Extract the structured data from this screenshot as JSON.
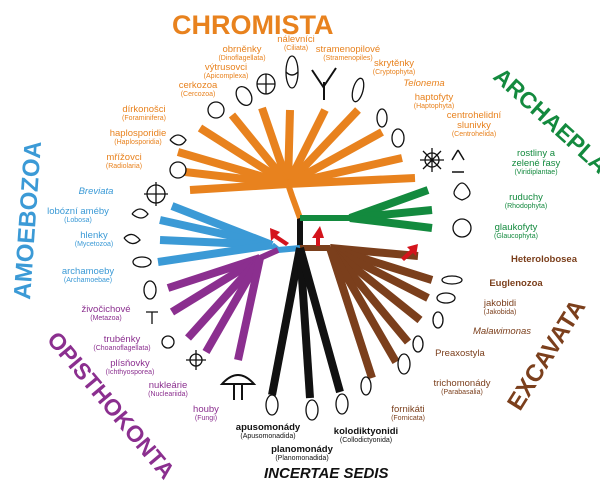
{
  "colors": {
    "chromista": "#e8821e",
    "archaeplastida": "#138a3e",
    "amoebozoa": "#3b9ad6",
    "opisthokonta": "#8b2f8f",
    "excavata": "#7b3f1c",
    "incertae": "#111111",
    "arrow": "#d4141c"
  },
  "supergroups": {
    "chromista": "CHROMISTA",
    "archaeplastida": "ARCHAEPLASTIDA",
    "amoebozoa": "AMOEBOZOA",
    "opisthokonta": "OPISTHOKONTA",
    "excavata": "EXCAVATA",
    "incertae": "INCERTAE SEDIS"
  },
  "taxa": {
    "nalevnici": {
      "name": "nálevníci",
      "sub": "(Ciliata)"
    },
    "obrnenky": {
      "name": "obrněnky",
      "sub": "(Dinoflagellata)"
    },
    "stramenopilove": {
      "name": "stramenopilové",
      "sub": "(Stramenopiles)"
    },
    "vytrusovci": {
      "name": "výtrusovci",
      "sub": "(Apicomplexa)"
    },
    "skrytenky": {
      "name": "skrytěnky",
      "sub": "(Cryptophyta)"
    },
    "telonema": {
      "name": "Telonema"
    },
    "cerkozoa": {
      "name": "cerkozoa",
      "sub": "(Cercozoa)"
    },
    "haptofyty": {
      "name": "haptofyty",
      "sub": "(Haptophyta)"
    },
    "dirkonosci": {
      "name": "dírkonošci",
      "sub": "(Foraminifera)"
    },
    "centrohelidni": {
      "name": "centrohelidní",
      "name2": "slunivky",
      "sub": "(Centrohelida)"
    },
    "haplosporidie": {
      "name": "haplosporidie",
      "sub": "(Haplosporidia)"
    },
    "mrizovci": {
      "name": "mřížovci",
      "sub": "(Radiolaria)"
    },
    "rostliny": {
      "name": "rostliny a",
      "name2": "zelené řasy",
      "sub": "(Viridiplantae)"
    },
    "breviata": {
      "name": "Breviata"
    },
    "ruduchy": {
      "name": "ruduchy",
      "sub": "(Rhodophyta)"
    },
    "lobozni": {
      "name": "lobózní améby",
      "sub": "(Lobosa)"
    },
    "glaukofyty": {
      "name": "glaukofyty",
      "sub": "(Glaucophyta)"
    },
    "hlenky": {
      "name": "hlenky",
      "sub": "(Mycetozoa)"
    },
    "heterolobosea": {
      "name": "Heterolobosea"
    },
    "archamoeby": {
      "name": "archamoeby",
      "sub": "(Archamoebae)"
    },
    "euglenozoa": {
      "name": "Euglenozoa"
    },
    "zivocichove": {
      "name": "živočichové",
      "sub": "(Metazoa)"
    },
    "jakobidi": {
      "name": "jakobidi",
      "sub": "(Jakobida)"
    },
    "trubenky": {
      "name": "trubénky",
      "sub": "(Choanoflagellata)"
    },
    "malawimonas": {
      "name": "Malawimonas"
    },
    "plisnovky": {
      "name": "plísňovky",
      "sub": "(Ichthyosporea)"
    },
    "preaxostyla": {
      "name": "Preaxostyla"
    },
    "nuklearie": {
      "name": "nukleárie",
      "sub": "(Nucleariida)"
    },
    "trichomonady": {
      "name": "trichomonády",
      "sub": "(Parabasalia)"
    },
    "houby": {
      "name": "houby",
      "sub": "(Fungi)"
    },
    "fornikati": {
      "name": "fornikáti",
      "sub": "(Fornicata)"
    },
    "apusomonady": {
      "name": "apusomonády",
      "sub": "(Apusomonadida)"
    },
    "kolodiktyonidi": {
      "name": "kolodiktyonidi",
      "sub": "(Collodictyonida)"
    },
    "planomonady": {
      "name": "planomonády",
      "sub": "(Planomonadida)"
    }
  }
}
